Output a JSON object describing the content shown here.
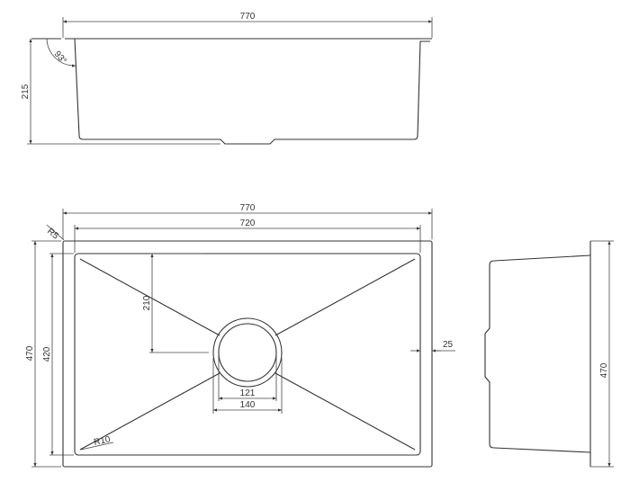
{
  "title": "Undermount sink technical drawing",
  "side_view": {
    "width_label": "770",
    "height_label": "215",
    "angle_label": "93°"
  },
  "top_view": {
    "outer_width_label": "770",
    "inner_width_label": "720",
    "outer_height_label": "470",
    "inner_height_label": "420",
    "drain_offset_label": "210",
    "drain_inner_label": "121",
    "drain_outer_label": "140",
    "flange_label": "25",
    "corner_outer_radius_label": "R5",
    "corner_inner_radius_label": "R10"
  },
  "end_view": {
    "height_label": "470"
  },
  "colors": {
    "line": "#333333",
    "background": "#ffffff"
  }
}
